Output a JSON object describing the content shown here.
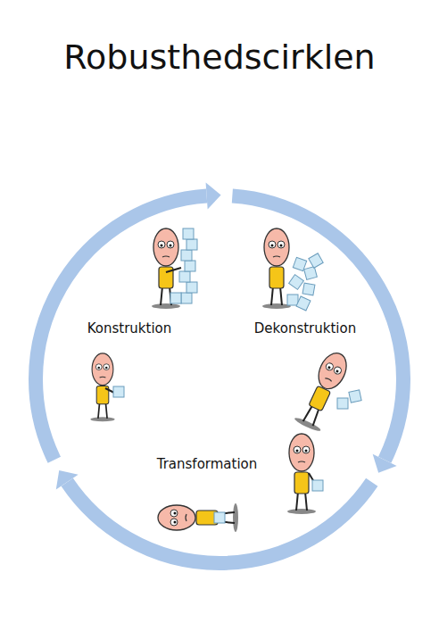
{
  "diagram": {
    "title": "Robusthedscirklen",
    "nodes": [
      {
        "text": [
          "Konstruktion"
        ]
      },
      {
        "text": [
          "Dekonstruktion"
        ]
      },
      {
        "text": [
          "Transformation"
        ]
      }
    ],
    "edges": [
      {
        "from": 0,
        "to": 1,
        "arrow": "to"
      },
      {
        "from": 1,
        "to": 2,
        "arrow": "to"
      },
      {
        "from": 2,
        "to": 0,
        "arrow": "to"
      }
    ]
  }
}
